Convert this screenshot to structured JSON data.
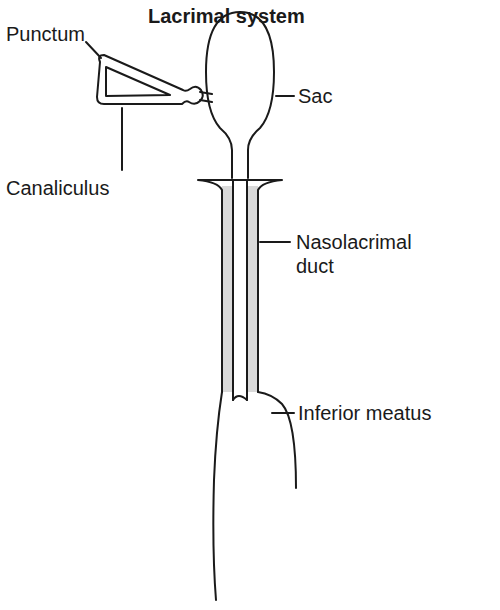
{
  "diagram": {
    "title": "Lacrimal system",
    "labels": [
      "Punctum",
      "Sac",
      "Canaliculus",
      "Nasolacrimal duct",
      "Inferior meatus"
    ]
  }
}
